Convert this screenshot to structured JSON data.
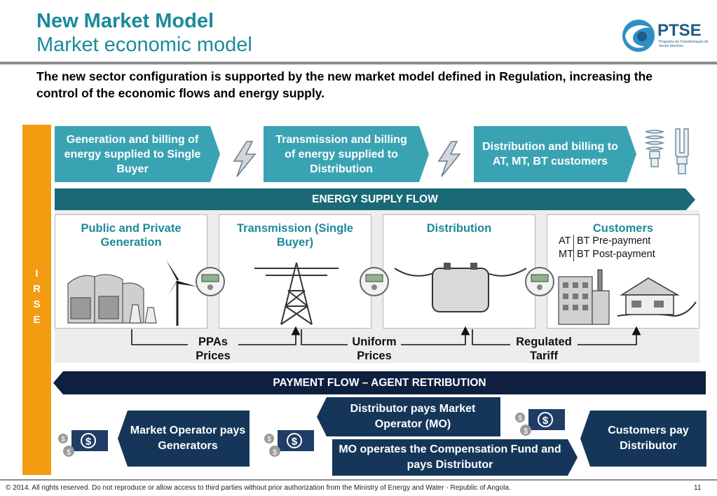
{
  "header": {
    "title": "New Market Model",
    "subtitle": "Market economic model",
    "intro": "The new sector configuration is supported by the new market model defined in Regulation, increasing the control of the economic flows and energy supply."
  },
  "logo": {
    "name": "PTSE",
    "tagline": "Programa de Transformação do Sector Eléctrico"
  },
  "regulator": {
    "letters": [
      "I",
      "R",
      "S",
      "E"
    ]
  },
  "top_boxes": [
    {
      "label": "Generation and billing of energy supplied to Single Buyer"
    },
    {
      "label": "Transmission and billing of energy supplied to Distribution"
    },
    {
      "label": "Distribution and billing to AT, MT, BT customers"
    }
  ],
  "energy_flow": {
    "label": "ENERGY SUPPLY FLOW"
  },
  "stages": [
    {
      "title": "Public and Private Generation"
    },
    {
      "title": "Transmission (Single Buyer)"
    },
    {
      "title": "Distribution"
    },
    {
      "title": "Customers"
    }
  ],
  "customers": {
    "rows": [
      {
        "code": "AT",
        "desc": "BT Pre-payment"
      },
      {
        "code": "MT",
        "desc": "BT Post-payment"
      }
    ]
  },
  "prices": [
    {
      "label": "PPAs Prices"
    },
    {
      "label": "Uniform Prices"
    },
    {
      "label": "Regulated Tariff"
    }
  ],
  "payment_flow": {
    "label": "PAYMENT FLOW – AGENT RETRIBUTION"
  },
  "payments": [
    {
      "label": "Market Operator pays Generators"
    },
    {
      "label": "Distributor pays Market Operator (MO)"
    },
    {
      "label": "MO operates the Compensation Fund and pays Distributor"
    },
    {
      "label": "Customers pay Distributor"
    }
  ],
  "footer": {
    "copyright": "© 2014. All rights reserved. Do not reproduce or allow access to third parties without prior authorization from the Ministry of Energy and Water - Republic of Angola.",
    "page": "11"
  },
  "colors": {
    "teal_title": "#1b8a9b",
    "teal_box": "#3aa3b3",
    "dark_teal": "#1a6977",
    "navy": "#153659",
    "payment_bar": "#0f1f3f",
    "orange": "#f39c12"
  },
  "icons": [
    "lightning-icon",
    "light-bulb-icon",
    "power-plant-icon",
    "wind-turbine-icon",
    "electricity-meter-icon",
    "transmission-tower-icon",
    "transformer-icon",
    "factory-icon",
    "house-icon",
    "money-icon"
  ]
}
